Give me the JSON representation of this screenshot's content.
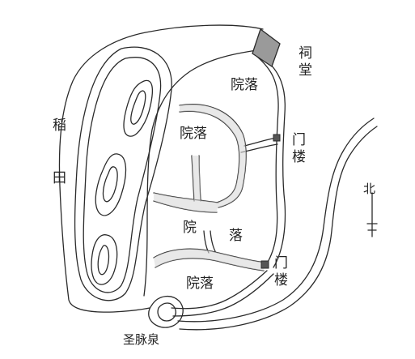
{
  "labels": {
    "paddy_field": "稻田",
    "ancestral_hall": "祠堂",
    "courtyard_1": "院落",
    "courtyard_2": "院落",
    "courtyard_3": "院落",
    "courtyard_4_part1": "院",
    "courtyard_4_part2": "落",
    "gate_tower_1": "门楼",
    "gate_tower_2": "门楼",
    "spring": "圣脉泉",
    "north": "北"
  },
  "colors": {
    "ink": "#2a2a2a",
    "hall_fill": "#9a9a9a",
    "gate_fill": "#555555"
  }
}
